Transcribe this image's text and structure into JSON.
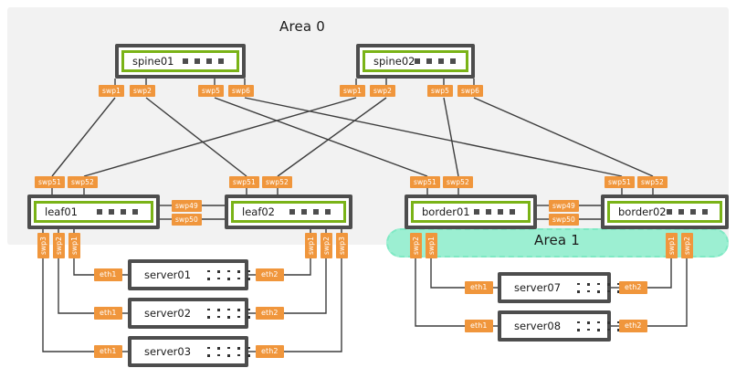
{
  "diagram": {
    "title_area0": "Area 0",
    "title_area1": "Area 1",
    "colors": {
      "area0_bg": "#f2f2f2",
      "area1_bg": "#9cefd2",
      "area1_border": "#7fe9c4",
      "port_chip": "#f0963c",
      "device_border": "#4d4d4d",
      "device_accent_green": "#7ab317",
      "link": "#3d3d3d",
      "page_bg": "#ffffff"
    }
  },
  "spines": [
    {
      "name": "spine01",
      "ports": [
        "swp1",
        "swp2",
        "swp5",
        "swp6"
      ]
    },
    {
      "name": "spine02",
      "ports": [
        "swp1",
        "swp2",
        "swp5",
        "swp6"
      ]
    }
  ],
  "leaves": [
    {
      "name": "leaf01",
      "uplink_ports": [
        "swp51",
        "swp52"
      ],
      "host_ports": [
        "swp3",
        "swp2",
        "swp1"
      ],
      "peerlink_ports": [
        "swp49",
        "swp50"
      ]
    },
    {
      "name": "leaf02",
      "uplink_ports": [
        "swp51",
        "swp52"
      ],
      "host_ports": [
        "swp1",
        "swp2",
        "swp3"
      ],
      "peerlink_ports": [
        "swp49",
        "swp50"
      ]
    }
  ],
  "borders": [
    {
      "name": "border01",
      "uplink_ports": [
        "swp51",
        "swp52"
      ],
      "host_ports": [
        "swp1",
        "swp2"
      ],
      "peerlink_ports": [
        "swp49",
        "swp50"
      ]
    },
    {
      "name": "border02",
      "uplink_ports": [
        "swp51",
        "swp52"
      ],
      "host_ports": [
        "swp1",
        "swp2"
      ],
      "peerlink_ports": [
        "swp49",
        "swp50"
      ]
    }
  ],
  "peerlinks": [
    {
      "between": "leaf01-leaf02",
      "labels": [
        "swp49",
        "swp50"
      ]
    },
    {
      "between": "border01-border02",
      "labels": [
        "swp49",
        "swp50"
      ]
    }
  ],
  "servers": [
    {
      "name": "server01",
      "left_nic": "eth1",
      "right_nic": "eth2"
    },
    {
      "name": "server02",
      "left_nic": "eth1",
      "right_nic": "eth2"
    },
    {
      "name": "server03",
      "left_nic": "eth1",
      "right_nic": "eth2"
    },
    {
      "name": "server07",
      "left_nic": "eth1",
      "right_nic": "eth2"
    },
    {
      "name": "server08",
      "left_nic": "eth1",
      "right_nic": "eth2"
    }
  ],
  "port_labels": {
    "spine01_swp1": "swp1",
    "spine01_swp2": "swp2",
    "spine01_swp5": "swp5",
    "spine01_swp6": "swp6",
    "spine02_swp1": "swp1",
    "spine02_swp2": "swp2",
    "spine02_swp5": "swp5",
    "spine02_swp6": "swp6",
    "leaf01_swp51": "swp51",
    "leaf01_swp52": "swp52",
    "leaf02_swp51": "swp51",
    "leaf02_swp52": "swp52",
    "border01_swp51": "swp51",
    "border01_swp52": "swp52",
    "border02_swp51": "swp51",
    "border02_swp52": "swp52",
    "leaf01_swp3": "swp3",
    "leaf01_swp2": "swp2",
    "leaf01_swp1": "swp1",
    "leaf02_swp1": "swp1",
    "leaf02_swp2": "swp2",
    "leaf02_swp3": "swp3",
    "border01_swp1": "swp1",
    "border01_swp2": "swp2",
    "border02_swp1": "swp1",
    "border02_swp2": "swp2",
    "leaf_peer_swp49": "swp49",
    "leaf_peer_swp50": "swp50",
    "border_peer_swp49": "swp49",
    "border_peer_swp50": "swp50",
    "eth1": "eth1",
    "eth2": "eth2"
  },
  "links": [
    {
      "from": "spine01.swp1",
      "to": "leaf01.swp51"
    },
    {
      "from": "spine01.swp2",
      "to": "leaf02.swp51"
    },
    {
      "from": "spine01.swp5",
      "to": "border01.swp51"
    },
    {
      "from": "spine01.swp6",
      "to": "border02.swp51"
    },
    {
      "from": "spine02.swp1",
      "to": "leaf01.swp52"
    },
    {
      "from": "spine02.swp2",
      "to": "leaf02.swp52"
    },
    {
      "from": "spine02.swp5",
      "to": "border01.swp52"
    },
    {
      "from": "spine02.swp6",
      "to": "border02.swp52"
    },
    {
      "from": "leaf01.swp1",
      "to": "server01.eth1"
    },
    {
      "from": "leaf01.swp2",
      "to": "server02.eth1"
    },
    {
      "from": "leaf01.swp3",
      "to": "server03.eth1"
    },
    {
      "from": "leaf02.swp1",
      "to": "server01.eth2"
    },
    {
      "from": "leaf02.swp2",
      "to": "server02.eth2"
    },
    {
      "from": "leaf02.swp3",
      "to": "server03.eth2"
    },
    {
      "from": "border01.swp1",
      "to": "server07.eth1"
    },
    {
      "from": "border01.swp2",
      "to": "server08.eth1"
    },
    {
      "from": "border02.swp1",
      "to": "server07.eth2"
    },
    {
      "from": "border02.swp2",
      "to": "server08.eth2"
    }
  ]
}
